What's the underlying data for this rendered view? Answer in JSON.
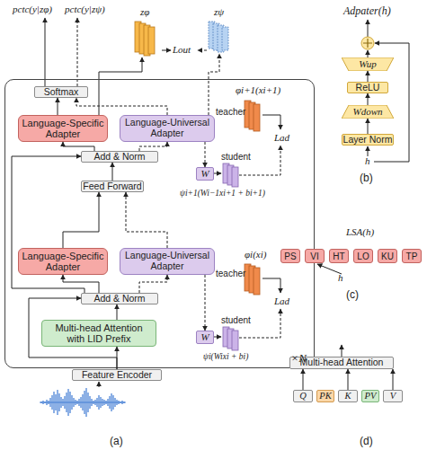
{
  "diagram": {
    "nodes": [
      {
        "text": [
          "×N"
        ]
      },
      {
        "text": [
          "Softmax"
        ],
        "in": 0
      },
      {
        "text": [
          "Language-Specific Adapter"
        ],
        "in": 0
      },
      {
        "text": [
          "Language-Universal Adapter"
        ],
        "in": 0
      },
      {
        "text": [
          "W"
        ],
        "in": 0
      },
      {
        "text": [
          "Add & Norm"
        ],
        "in": 0
      },
      {
        "text": [
          "Feed Forward"
        ],
        "in": 0
      },
      {
        "text": [
          "Language-Specific Adapter"
        ],
        "in": 0
      },
      {
        "text": [
          "Language-Universal Adapter"
        ],
        "in": 0
      },
      {
        "text": [
          "W"
        ],
        "in": 0
      },
      {
        "text": [
          "Add & Norm"
        ],
        "in": 0
      },
      {
        "text": [
          "Multi-head Attention with LID Prefix"
        ],
        "in": 0
      },
      {
        "text": [
          "Feature Encoder"
        ]
      },
      {
        "text": [
          "Wup"
        ]
      },
      {
        "text": [
          "ReLU"
        ]
      },
      {
        "text": [
          "Wdown"
        ]
      },
      {
        "text": [
          "Layer Norm"
        ]
      },
      {
        "text": [
          "PS"
        ]
      },
      {
        "text": [
          "VI"
        ]
      },
      {
        "text": [
          "HT"
        ]
      },
      {
        "text": [
          "LO"
        ]
      },
      {
        "text": [
          "KU"
        ]
      },
      {
        "text": [
          "TP"
        ]
      },
      {
        "text": [
          "Multi-head Attention"
        ]
      },
      {
        "text": [
          "Q"
        ]
      },
      {
        "text": [
          "PK"
        ]
      },
      {
        "text": [
          "K"
        ]
      },
      {
        "text": [
          "PV"
        ]
      },
      {
        "text": [
          "V"
        ]
      }
    ],
    "edges": [
      {
        "from": 12,
        "to": 11,
        "arrow": "to"
      },
      {
        "from": 11,
        "to": 10,
        "arrow": "to"
      },
      {
        "from": 12,
        "to": 10,
        "arrow": "to"
      },
      {
        "from": 10,
        "to": 7,
        "arrow": "to"
      },
      {
        "from": 10,
        "to": 8,
        "arrow": "to"
      },
      {
        "from": 7,
        "to": 6,
        "arrow": "to"
      },
      {
        "from": 8,
        "to": 6,
        "arrow": "to"
      },
      {
        "from": 6,
        "to": 5,
        "arrow": "to"
      },
      {
        "from": 10,
        "to": 5,
        "arrow": "to"
      },
      {
        "from": 5,
        "to": 2,
        "arrow": "to"
      },
      {
        "from": 5,
        "to": 3,
        "arrow": "to"
      },
      {
        "from": 2,
        "to": 1,
        "arrow": "to"
      },
      {
        "from": 3,
        "to": 1,
        "arrow": "to"
      },
      {
        "from": 16,
        "to": 15,
        "arrow": "to"
      },
      {
        "from": 15,
        "to": 14,
        "arrow": "to"
      },
      {
        "from": 14,
        "to": 13,
        "arrow": "to"
      },
      {
        "from": 24,
        "to": 23,
        "arrow": "to"
      },
      {
        "from": 26,
        "to": 23,
        "arrow": "to"
      },
      {
        "from": 28,
        "to": 23,
        "arrow": "to"
      },
      {
        "from": 3,
        "to": 4,
        "arrow": "to"
      },
      {
        "from": 8,
        "to": 9,
        "arrow": "to"
      }
    ],
    "labels": [
      "pctc(y|zφ)",
      "pctc(y|zψ)",
      "zφ",
      "zψ",
      "Lout",
      "φi+1(xi+1)",
      "teacher",
      "Lad",
      "student",
      "ψi+1(Wi−1xi+1 + bi+1)",
      "φi(xi)",
      "teacher",
      "Lad",
      "student",
      "ψi(Wixi + bi)",
      "(a)",
      "Adpater(h)",
      "h",
      "(b)",
      "LSA(h)",
      "h",
      "(c)",
      "(d)"
    ]
  }
}
